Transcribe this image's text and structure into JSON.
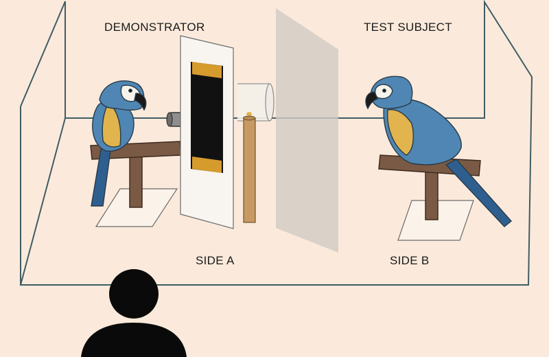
{
  "labels": {
    "demonstrator": "DEMONSTRATOR",
    "test_subject": "TEST SUBJECT",
    "side_a": "SIDE A",
    "side_b": "SIDE B"
  },
  "colors": {
    "background": "#fbeadb",
    "cage_line": "#3f5c63",
    "parrot_blue": "#4f86b3",
    "parrot_yellow": "#e2b44d",
    "perch_brown": "#7a5a44",
    "panel_black": "#111111",
    "panel_gold": "#d59b2d",
    "divider_gray": "#d2cbc4",
    "observer_black": "#0a0a0a"
  },
  "icons": {
    "demonstrator": "parrot-macaw-icon",
    "test_subject": "parrot-macaw-icon",
    "observer": "person-silhouette-icon"
  }
}
